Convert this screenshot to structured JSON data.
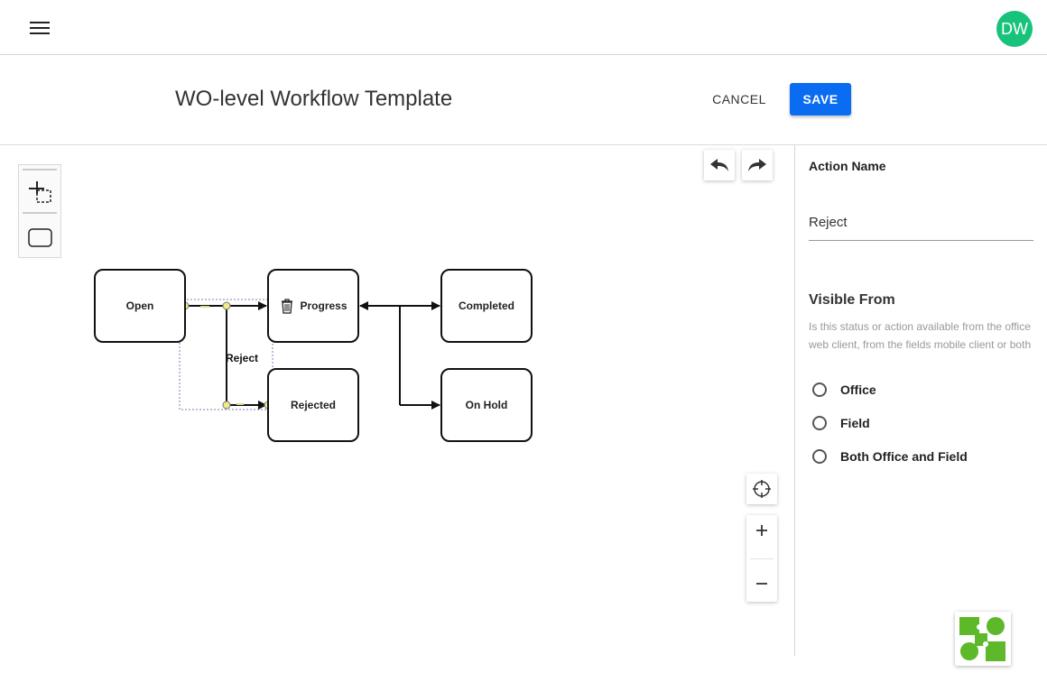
{
  "header": {
    "title": "WO-level Workflow Template",
    "cancel_label": "CANCEL",
    "save_label": "SAVE",
    "avatar_initials": "DW"
  },
  "canvas": {
    "nodes": {
      "open": "Open",
      "progress": "Progress",
      "completed": "Completed",
      "rejected": "Rejected",
      "on_hold": "On Hold"
    },
    "edge_label": "Reject"
  },
  "panel": {
    "action_name_label": "Action Name",
    "action_name_value": "Reject",
    "visible_from_title": "Visible From",
    "visible_from_help": "Is this status or action available from the office web client, from the fields mobile client or both",
    "options": [
      "Office",
      "Field",
      "Both Office and Field"
    ]
  },
  "icons": {
    "menu": "hamburger-menu-icon",
    "undo": "undo-icon",
    "redo": "redo-icon",
    "pointer_tool": "pointer-select-icon",
    "shape_tool": "rounded-rectangle-icon",
    "delete": "trash-icon",
    "center": "crosshair-icon",
    "zoom_in": "plus-icon",
    "zoom_out": "minus-icon",
    "brand": "brand-logo"
  },
  "colors": {
    "accent": "#0a6cf0",
    "avatar": "#17c37b",
    "brand": "#5db82a"
  }
}
